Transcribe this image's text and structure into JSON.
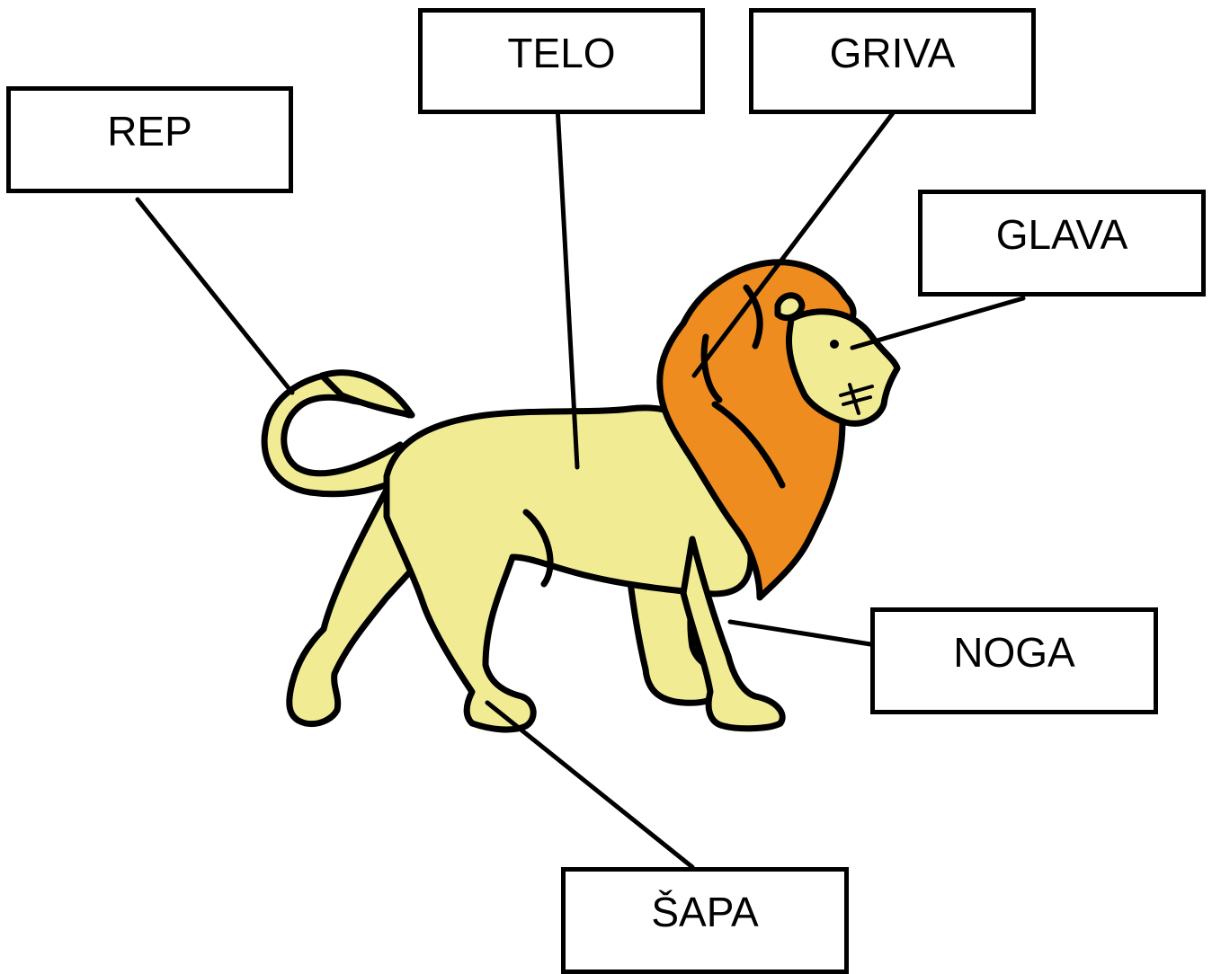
{
  "labels": {
    "rep": "REP",
    "telo": "TELO",
    "griva": "GRIVA",
    "glava": "GLAVA",
    "noga": "NOGA",
    "sapa": "ŠAPA"
  },
  "colors": {
    "body_fill": "#f1ec94",
    "mane_fill": "#ee8c1f",
    "outline": "#000000"
  }
}
